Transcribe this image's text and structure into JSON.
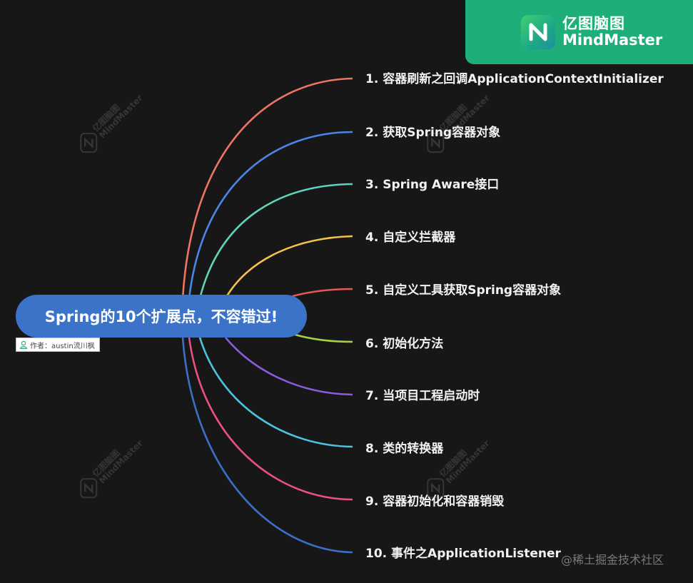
{
  "brand": {
    "name_cn": "亿图脑图",
    "name_en": "MindMaster",
    "bg_color": "#1eae7a"
  },
  "root": {
    "title": "Spring的10个扩展点，不容错过!",
    "bg_color": "#3b73c8",
    "author_label": "作者：austin流川枫",
    "author_icon": "user-icon"
  },
  "topics": [
    {
      "label": "1. 容器刷新之回调ApplicationContextInitializer",
      "color": "#f07464"
    },
    {
      "label": "2. 获取Spring容器对象",
      "color": "#4a86e8"
    },
    {
      "label": "3. Spring Aware接口",
      "color": "#5fd3bc"
    },
    {
      "label": "4. 自定义拦截器",
      "color": "#f2c14e"
    },
    {
      "label": "5. 自定义工具获取Spring容器对象",
      "color": "#e8555a"
    },
    {
      "label": "6. 初始化方法",
      "color": "#a9cf46"
    },
    {
      "label": "7. 当项目工程启动时",
      "color": "#8a5ce0"
    },
    {
      "label": "8. 类的转换器",
      "color": "#4ec3df"
    },
    {
      "label": "9. 容器初始化和容器销毁",
      "color": "#ea4f86"
    },
    {
      "label": "10. 事件之ApplicationListener",
      "color": "#3b6fc9"
    }
  ],
  "watermark": {
    "cn": "亿图脑图",
    "en": "MindMaster"
  },
  "credit": "@稀土掘金技术社区"
}
